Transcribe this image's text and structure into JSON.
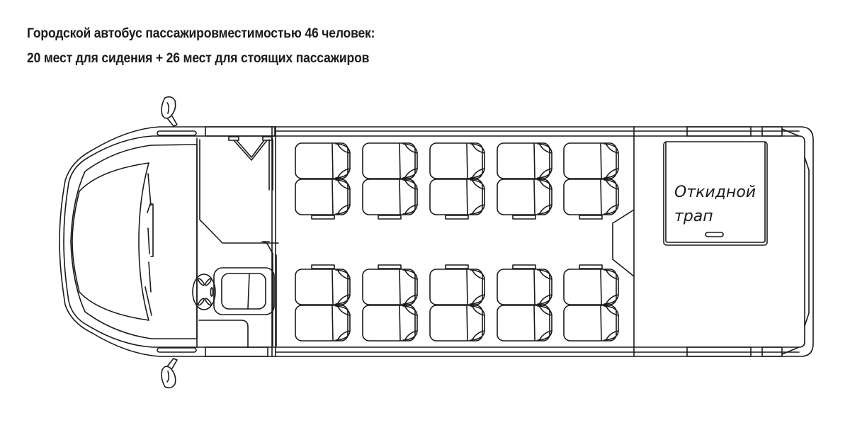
{
  "title": {
    "line1": "Городской автобус пассажировместимостью 46 человек:",
    "line2": "20 мест для сидения + 26 мест для стоящих пассажиров"
  },
  "capacity": {
    "total": 46,
    "seated": 20,
    "standing": 26
  },
  "ramp": {
    "label_line1": "Откидной",
    "label_line2": "трап"
  },
  "colors": {
    "line": "#1a1a1a",
    "background": "#ffffff"
  }
}
